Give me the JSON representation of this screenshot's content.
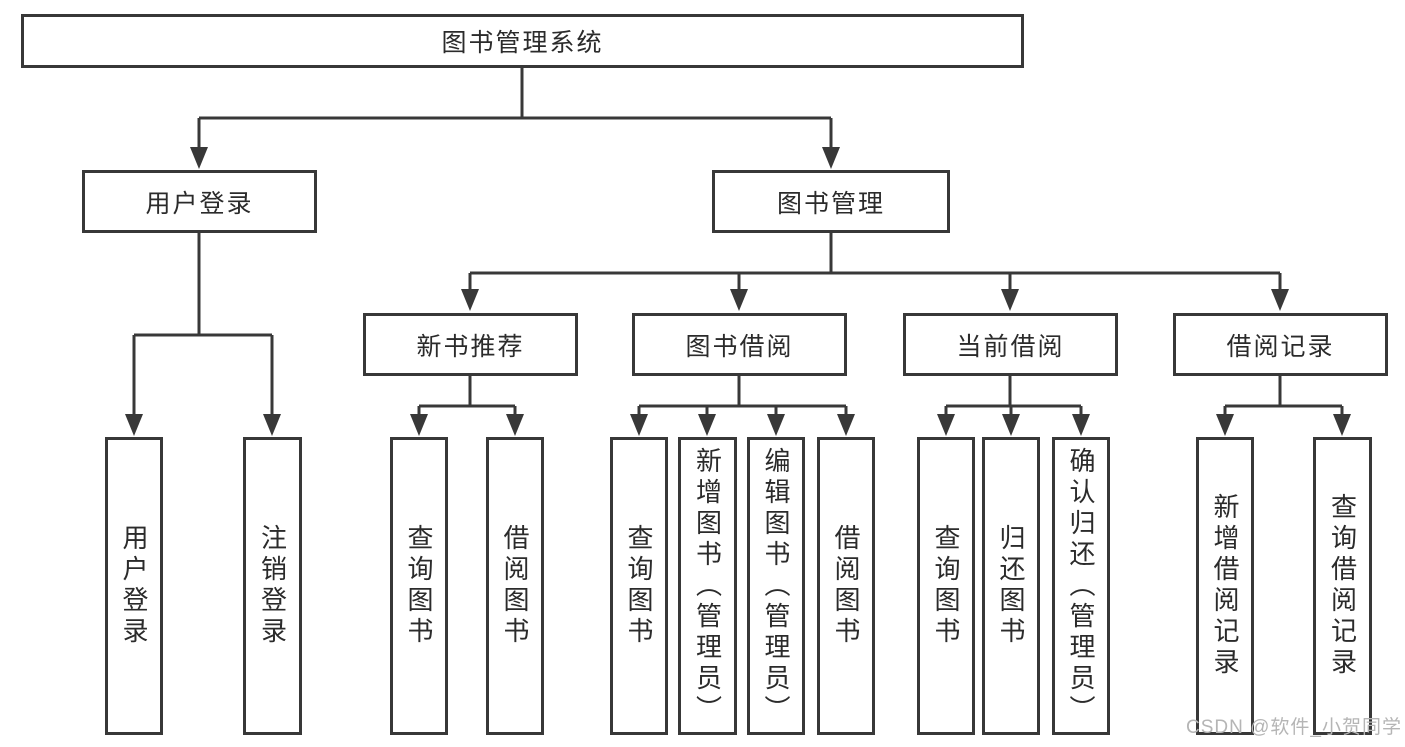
{
  "diagram": {
    "root": {
      "label": "图书管理系统"
    },
    "level2": {
      "user_login": {
        "label": "用户登录"
      },
      "book_management": {
        "label": "图书管理"
      }
    },
    "level3": {
      "new_book_recommend": {
        "label": "新书推荐"
      },
      "book_borrow": {
        "label": "图书借阅"
      },
      "current_borrow": {
        "label": "当前借阅"
      },
      "borrow_records": {
        "label": "借阅记录"
      }
    },
    "leaves": {
      "user_login": [
        "用户登录",
        "注销登录"
      ],
      "new_book_recommend": [
        "查询图书",
        "借阅图书"
      ],
      "book_borrow": [
        "查询图书",
        "新增图书（管理员）",
        "编辑图书（管理员）",
        "借阅图书"
      ],
      "current_borrow": [
        "查询图书",
        "归还图书",
        "确认归还（管理员）"
      ],
      "borrow_records": [
        "新增借阅记录",
        "查询借阅记录"
      ]
    }
  },
  "watermark": {
    "text": "CSDN @软件_小贺同学"
  },
  "colors": {
    "line": "#383838",
    "text": "#2b2b2b",
    "background": "#ffffff",
    "watermark": "#b5b5b5"
  }
}
